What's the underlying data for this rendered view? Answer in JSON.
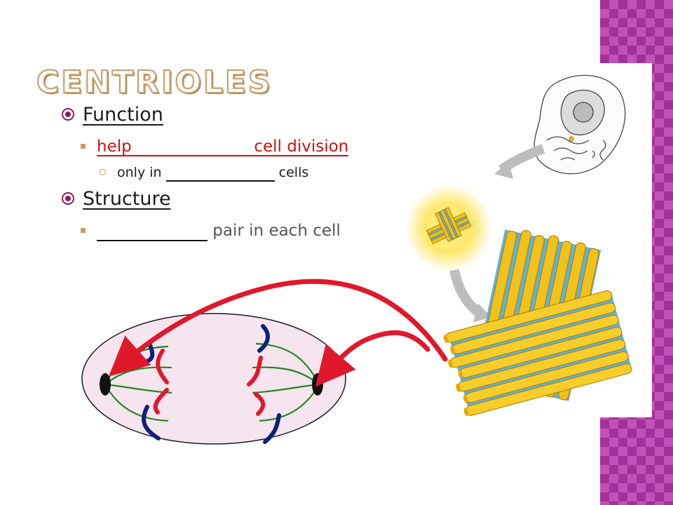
{
  "slide": {
    "title": "Centrioles",
    "bullets": [
      {
        "label": "Function",
        "sub": [
          {
            "prefix": "help ",
            "suffix": " cell division",
            "sub": [
              {
                "prefix": "only in",
                "suffix": " cells"
              }
            ]
          }
        ]
      },
      {
        "label": "Structure",
        "sub": [
          {
            "prefix": "",
            "suffix": " pair in each cell"
          }
        ]
      }
    ]
  },
  "colors": {
    "accent": "#8a1d5a",
    "red_text": "#cc1111",
    "arrow_red": "#e0182c",
    "spindle_green": "#1f8a1f",
    "chromosome_blue": "#10207a",
    "cell_fill": "#f6e4ef",
    "centriole_yellow": "#f2c21a",
    "centriole_blue": "#5db3de"
  },
  "icons": {
    "level1": "circled-dot-bullet",
    "level2": "square-bullet",
    "level3": "ring-bullet"
  }
}
